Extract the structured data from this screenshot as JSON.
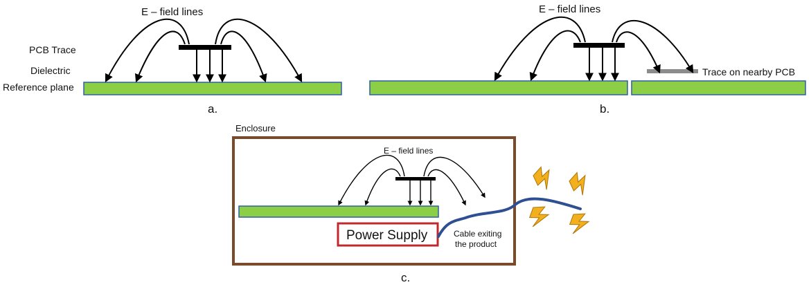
{
  "panel_a": {
    "field_label": "E – field lines",
    "trace_label": "PCB Trace",
    "dielectric_label": "Dielectric",
    "reference_label": "Reference plane",
    "caption": "a."
  },
  "panel_b": {
    "field_label": "E – field lines",
    "nearby_label": "Trace on nearby PCB",
    "caption": "b."
  },
  "panel_c": {
    "enclosure_label": "Enclosure",
    "field_label": "E – field lines",
    "power_supply_label": "Power Supply",
    "cable_label_line1": "Cable exiting",
    "cable_label_line2": "the product",
    "caption": "c."
  },
  "colors": {
    "plane": "#8ccf47",
    "plane_border": "#2e5fa3",
    "enclosure": "#7b4a2a",
    "power_supply_border": "#c0282d",
    "cable": "#2f4f93",
    "lightning": "#f2b01e",
    "nearby_trace": "#8c8c8c"
  }
}
